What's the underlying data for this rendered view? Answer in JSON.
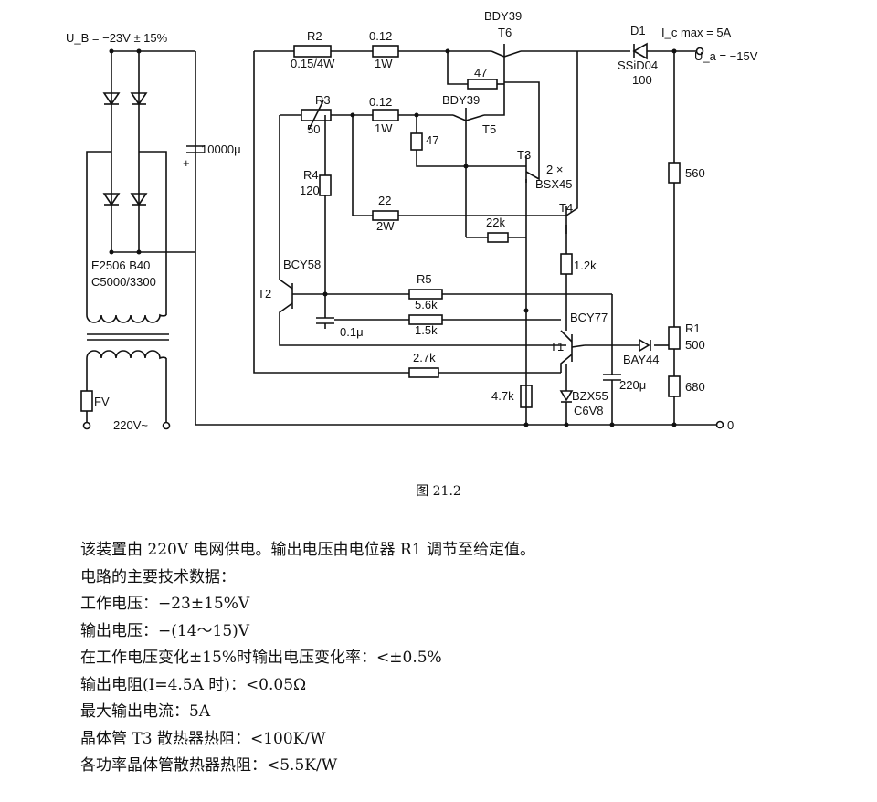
{
  "labels": {
    "supply": "U_B = −23V ± 15%",
    "cap_main": "10000μ",
    "rectifier_1": "E2506 B40",
    "rectifier_2": "C5000/3300",
    "fuse": "FV",
    "mains": "220V~",
    "r2_name": "R2",
    "r2_value": "0.15/4W",
    "r012a_value": "0.12",
    "r012a_power": "1W",
    "r3_name": "R3",
    "r3_value": "50",
    "r012b_value": "0.12",
    "r012b_power": "1W",
    "t6_type": "BDY39",
    "t6_name": "T6",
    "r47a": "47",
    "t5_type": "BDY39",
    "t5_name": "T5",
    "r47b": "47",
    "t3_name": "T3",
    "pair_count": "2 ×",
    "pair_type": "BSX45",
    "t4_name": "T4",
    "r4_name": "R4",
    "r4_value": "120",
    "r22_value": "22",
    "r22_power": "2W",
    "r22k": "22k",
    "r12k": "1.2k",
    "d1_name": "D1",
    "d1_type": "SSiD04",
    "d1_extra": "100",
    "icmax": "I_c max = 5A",
    "uout": "U_a = −15V",
    "r560": "560",
    "r1_name": "R1",
    "r1_value": "500",
    "r680": "680",
    "bay44": "BAY44",
    "c220": "220μ",
    "t2_type": "BCY58",
    "t2_name": "T2",
    "r5_name": "R5",
    "r5_value": "5.6k",
    "r15k": "1.5k",
    "c01": "0.1μ",
    "t1_type": "BCY77",
    "t1_name": "T1",
    "r27k": "2.7k",
    "r47k": "4.7k",
    "zener_type": "BZX55",
    "zener_value": "C6V8",
    "ground": "0"
  },
  "caption": "图 21.2",
  "description": [
    "该装置由 220V 电网供电。输出电压由电位器 R1 调节至给定值。",
    "电路的主要技术数据：",
    "工作电压：−23±15%V",
    "输出电压：−(14～15)V",
    "在工作电压变化±15%时输出电压变化率：<±0.5%",
    "输出电阻(I=4.5A 时)：<0.05Ω",
    "最大输出电流：5A",
    "晶体管 T3 散热器热阻：<100K/W",
    "各功率晶体管散热器热阻：<5.5K/W"
  ]
}
